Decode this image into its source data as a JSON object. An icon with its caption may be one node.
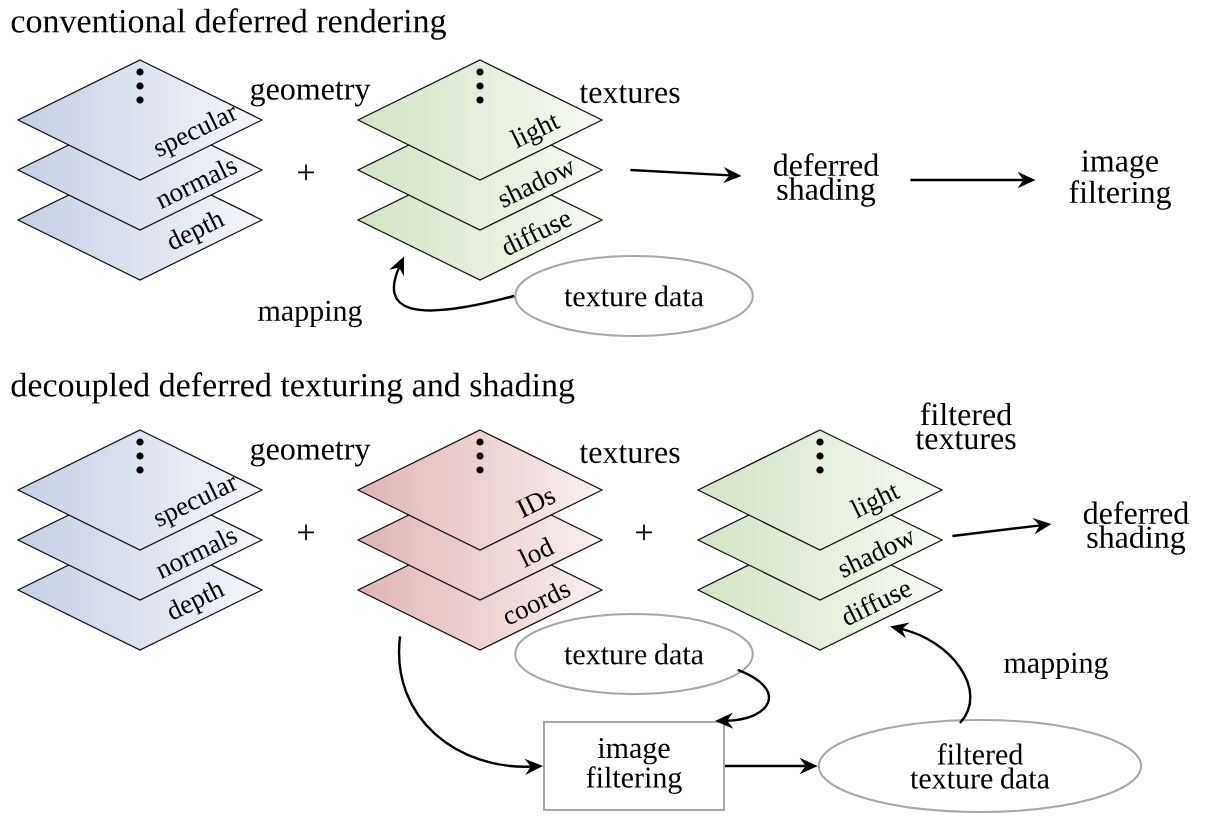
{
  "diagram": {
    "nodes": [
      {
        "text": [
          "geometry",
          "specular",
          "normals",
          "depth"
        ]
      },
      {
        "text": [
          "textures",
          "light",
          "shadow",
          "diffuse"
        ]
      },
      {
        "text": [
          "deferred shading"
        ]
      },
      {
        "text": [
          "image filtering"
        ]
      },
      {
        "text": [
          "texture data"
        ]
      },
      {
        "text": [
          "geometry",
          "specular",
          "normals",
          "depth"
        ]
      },
      {
        "text": [
          "textures",
          "IDs",
          "lod",
          "coords"
        ]
      },
      {
        "text": [
          "filtered textures",
          "light",
          "shadow",
          "diffuse"
        ]
      },
      {
        "text": [
          "deferred shading"
        ]
      },
      {
        "text": [
          "texture data"
        ]
      },
      {
        "text": [
          "image filtering"
        ]
      },
      {
        "text": [
          "filtered texture data"
        ]
      }
    ],
    "edges": [
      {
        "from": 1,
        "to": 2,
        "arrow": "to"
      },
      {
        "from": 2,
        "to": 3,
        "arrow": "to"
      },
      {
        "from": 4,
        "to": 1,
        "arrow": "to",
        "label": "mapping"
      },
      {
        "from": 7,
        "to": 8,
        "arrow": "to"
      },
      {
        "from": 6,
        "to": 10,
        "arrow": "to"
      },
      {
        "from": 9,
        "to": 10,
        "arrow": "to"
      },
      {
        "from": 10,
        "to": 11,
        "arrow": "to"
      },
      {
        "from": 11,
        "to": 7,
        "arrow": "to",
        "label": "mapping"
      }
    ],
    "labels": [
      "conventional deferred rendering",
      "+",
      "decoupled deferred texturing and shading",
      "+",
      "+"
    ]
  }
}
